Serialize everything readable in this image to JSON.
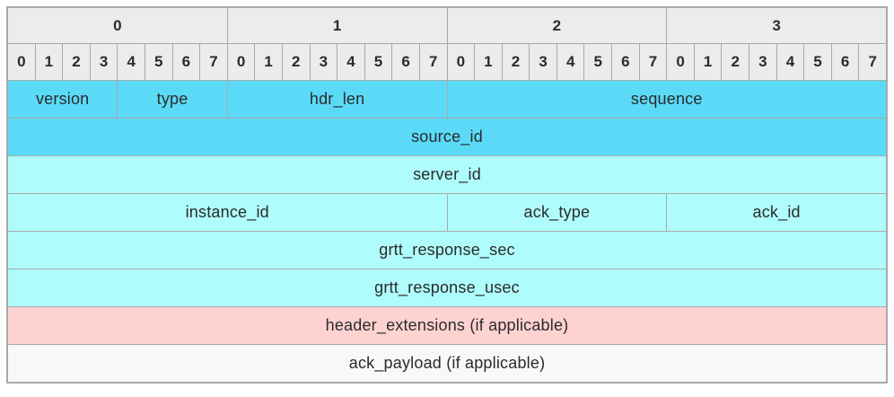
{
  "diagram": {
    "kind": "packet-header-layout",
    "byte_header": [
      "0",
      "1",
      "2",
      "3"
    ],
    "bit_header": [
      "0",
      "1",
      "2",
      "3",
      "4",
      "5",
      "6",
      "7",
      "0",
      "1",
      "2",
      "3",
      "4",
      "5",
      "6",
      "7",
      "0",
      "1",
      "2",
      "3",
      "4",
      "5",
      "6",
      "7",
      "0",
      "1",
      "2",
      "3",
      "4",
      "5",
      "6",
      "7"
    ],
    "rows": [
      {
        "name": "row-version-type-hdrlen-sequence",
        "cells": [
          {
            "label": "version",
            "bits": 4,
            "fill": "field_cyan_dark"
          },
          {
            "label": "type",
            "bits": 4,
            "fill": "field_cyan_dark"
          },
          {
            "label": "hdr_len",
            "bits": 8,
            "fill": "field_cyan_dark"
          },
          {
            "label": "sequence",
            "bits": 16,
            "fill": "field_cyan_dark"
          }
        ]
      },
      {
        "name": "row-source-id",
        "cells": [
          {
            "label": "source_id",
            "bits": 32,
            "fill": "field_cyan_dark"
          }
        ]
      },
      {
        "name": "row-server-id",
        "cells": [
          {
            "label": "server_id",
            "bits": 32,
            "fill": "field_cyan_light"
          }
        ]
      },
      {
        "name": "row-instance-acktype-ackid",
        "cells": [
          {
            "label": "instance_id",
            "bits": 16,
            "fill": "field_cyan_light"
          },
          {
            "label": "ack_type",
            "bits": 8,
            "fill": "field_cyan_light"
          },
          {
            "label": "ack_id",
            "bits": 8,
            "fill": "field_cyan_light"
          }
        ]
      },
      {
        "name": "row-grtt-response-sec",
        "cells": [
          {
            "label": "grtt_response_sec",
            "bits": 32,
            "fill": "field_cyan_light"
          }
        ]
      },
      {
        "name": "row-grtt-response-usec",
        "cells": [
          {
            "label": "grtt_response_usec",
            "bits": 32,
            "fill": "field_cyan_light"
          }
        ]
      },
      {
        "name": "row-header-extensions",
        "cells": [
          {
            "label": "header_extensions (if applicable)",
            "bits": 32,
            "fill": "field_pink"
          }
        ]
      },
      {
        "name": "row-ack-payload",
        "cells": [
          {
            "label": "ack_payload (if applicable)",
            "bits": 32,
            "fill": "field_white"
          }
        ]
      }
    ]
  },
  "colors": {
    "page_bg": "#ffffff",
    "header_bg": "#ececee",
    "field_cyan_dark": "#5adaf7",
    "field_cyan_light": "#affcfc",
    "field_pink": "#ffd2d2",
    "field_white": "#f8f8fa",
    "grid_line": "#a9a9a9",
    "text": "#2b2b2b"
  }
}
